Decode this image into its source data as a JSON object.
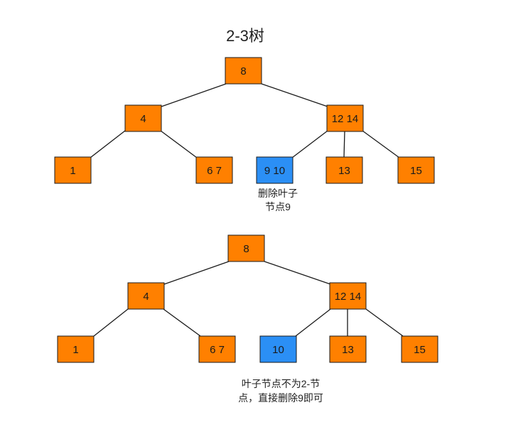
{
  "title": "2-3树",
  "colors": {
    "node_fill": "#ff8000",
    "highlight_fill": "#2b8ff5",
    "border": "#1a1a1a",
    "edge": "#1a1a1a",
    "text": "#1a1a1a"
  },
  "tree_before": {
    "root": "8",
    "level1": [
      "4",
      "12 14"
    ],
    "leaves": [
      "1",
      "6 7",
      "9 10",
      "13",
      "15"
    ],
    "highlighted": "9 10",
    "caption_lines": [
      "删除叶子",
      "节点9"
    ]
  },
  "tree_after": {
    "root": "8",
    "level1": [
      "4",
      "12 14"
    ],
    "leaves": [
      "1",
      "6 7",
      "10",
      "13",
      "15"
    ],
    "highlighted": "10",
    "caption_lines": [
      "叶子节点不为2-节",
      "点，直接删除9即可"
    ]
  }
}
